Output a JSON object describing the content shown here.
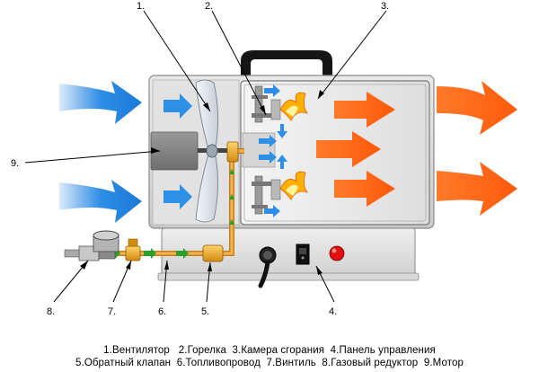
{
  "callouts": {
    "fan": "1.",
    "burner": "2.",
    "chamber": "3.",
    "panel": "4.",
    "check_valve": "5.",
    "fuel_line": "6.",
    "valve": "7.",
    "reducer": "8.",
    "motor": "9."
  },
  "legend": {
    "line1": "1.Вентилятор   2.Горелка  3.Камера сгорания  4.Панель управления",
    "line2": "5.Обратный клапан  6.Топливопровод  7.Винтиль  8.Газовый редуктор  9.Мотор"
  },
  "colors": {
    "air_in": "#2e8fe6",
    "hot_out": "#ff6a1a",
    "fuel_line": "#e8a33a",
    "flow_green": "#2aa02a",
    "indicator_light": "#e01010",
    "handle": "#1a1a1a"
  },
  "icons": [
    "fan-blade-icon",
    "motor-icon",
    "burner-icon",
    "flame-icon",
    "pressure-reducer-icon",
    "power-switch-icon",
    "indicator-light-icon",
    "valve-knob-icon"
  ]
}
